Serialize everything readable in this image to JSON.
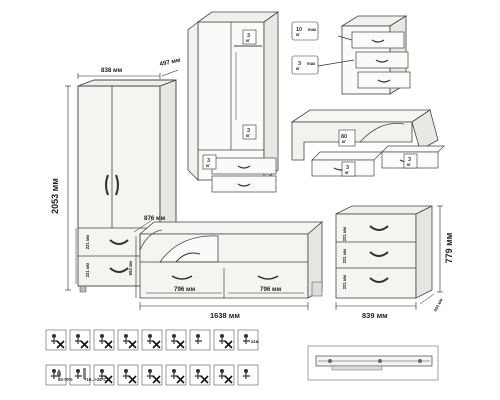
{
  "wardrobe": {
    "width": "838 мм",
    "depth": "497 мм",
    "height": "2053 мм",
    "drawer_h1": "221 мм",
    "drawer_h2": "221 мм"
  },
  "bed": {
    "depth": "876 мм",
    "height": "653 мм",
    "drawer_w1": "796 мм",
    "drawer_w2": "796 мм",
    "length": "1638 мм"
  },
  "chest": {
    "drawer_h1": "221 мм",
    "drawer_h2": "221 мм",
    "drawer_h3": "221 мм",
    "height": "779 мм",
    "width": "839 мм",
    "depth": "434 мм"
  },
  "loads": {
    "wardrobe_top": {
      "kg": "3",
      "unit": "кг"
    },
    "wardrobe_shelf": {
      "kg": "3",
      "unit": "кг"
    },
    "wardrobe_drawer": {
      "kg": "3",
      "unit": "кг"
    },
    "chest_top": {
      "kg": "10",
      "unit": "кг",
      "tag": "max"
    },
    "chest_drawer": {
      "kg": "3",
      "unit": "кг",
      "tag": "max"
    },
    "bed_base": {
      "kg": "80",
      "unit": "кг"
    },
    "bed_drawer1": {
      "kg": "3",
      "unit": "кг"
    },
    "bed_drawer2": {
      "kg": "3",
      "unit": "кг"
    }
  },
  "care_icons": {
    "row1": [
      "no-sun-icon",
      "no-sitting-icon",
      "no-wet-cleaning-icon",
      "no-leaning-icon",
      "no-chemicals-icon",
      "no-heat-icon",
      "distance-1m-icon",
      "no-overload-icon",
      "wall-fix-icon"
    ],
    "row2": [
      "humidity-icon",
      "temperature-icon",
      "no-lean-icon",
      "no-stand-icon",
      "no-climb-icon",
      "no-hang-icon",
      "no-push-icon",
      "no-tilt-icon",
      "assembly-icon"
    ],
    "humidity": "60-70%",
    "temperature": "+10...+25°C",
    "distance": "≥1м"
  },
  "rail_icon": "drawer-slide-icon"
}
